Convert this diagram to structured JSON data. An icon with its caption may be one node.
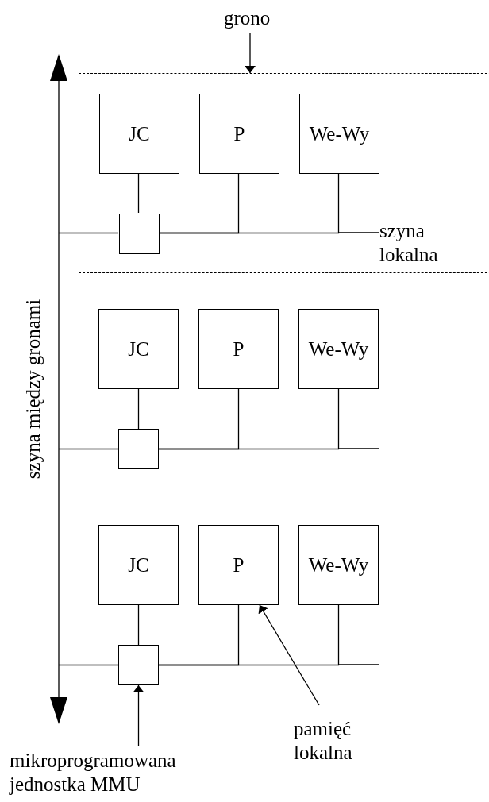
{
  "diagram": {
    "nodes": [
      {
        "text": [
          "grono"
        ]
      },
      {
        "text": [],
        "shape": "box"
      },
      {
        "text": [
          "JC"
        ],
        "in": 1
      },
      {
        "text": [
          "P"
        ],
        "in": 1
      },
      {
        "text": [
          "We-Wy"
        ],
        "in": 1
      },
      {
        "text": [],
        "shape": "box",
        "in": 1
      },
      {
        "text": [
          "JC"
        ]
      },
      {
        "text": [
          "P"
        ]
      },
      {
        "text": [
          "We-Wy"
        ]
      },
      {
        "text": [],
        "shape": "box"
      },
      {
        "text": [
          "JC"
        ]
      },
      {
        "text": [
          "P"
        ]
      },
      {
        "text": [
          "We-Wy"
        ]
      },
      {
        "text": [],
        "shape": "box"
      },
      {
        "text": [],
        "shape": "bar",
        "beside": [
          "szyna między gronami"
        ]
      },
      {
        "text": [
          "pamięć lokalna"
        ]
      },
      {
        "text": [
          "mikroprogramowana jednostka MMU"
        ]
      }
    ],
    "edges": [
      {
        "from": 0,
        "to": 1,
        "arrow": "to"
      },
      {
        "from": 2,
        "to": 5,
        "arrow": "none"
      },
      {
        "from": 5,
        "to": 3,
        "arrow": "none"
      },
      {
        "from": 5,
        "to": 4,
        "arrow": "none"
      },
      {
        "from": 14,
        "to": 5,
        "arrow": "none"
      },
      {
        "from": 6,
        "to": 9,
        "arrow": "none"
      },
      {
        "from": 9,
        "to": 7,
        "arrow": "none"
      },
      {
        "from": 9,
        "to": 8,
        "arrow": "none"
      },
      {
        "from": 14,
        "to": 9,
        "arrow": "none"
      },
      {
        "from": 10,
        "to": 13,
        "arrow": "none"
      },
      {
        "from": 13,
        "to": 11,
        "arrow": "none"
      },
      {
        "from": 13,
        "to": 12,
        "arrow": "none"
      },
      {
        "from": 14,
        "to": 13,
        "arrow": "none"
      },
      {
        "from": 15,
        "to": 11,
        "arrow": "to"
      },
      {
        "from": 16,
        "to": 13,
        "arrow": "to"
      }
    ],
    "labels": [
      "szyna lokalna"
    ]
  }
}
